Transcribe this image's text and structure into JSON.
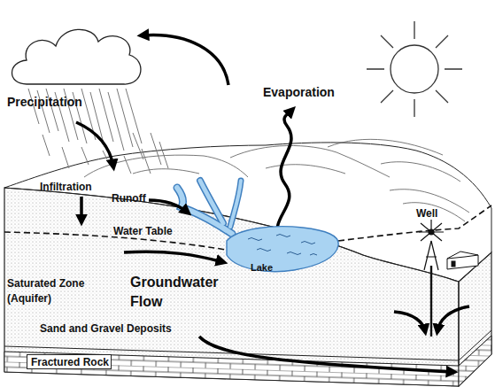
{
  "diagram": {
    "nodes": [
      {
        "text": [
          "Lake"
        ]
      },
      {
        "text": [
          "Fractured Rock"
        ]
      }
    ],
    "labels": [
      "Precipitation",
      "Evaporation",
      "Infiltration",
      "Runoff",
      "Water Table",
      "Well",
      "Saturated Zone (Aquifer)",
      "Groundwater Flow",
      "Sand and Gravel Deposits"
    ]
  }
}
